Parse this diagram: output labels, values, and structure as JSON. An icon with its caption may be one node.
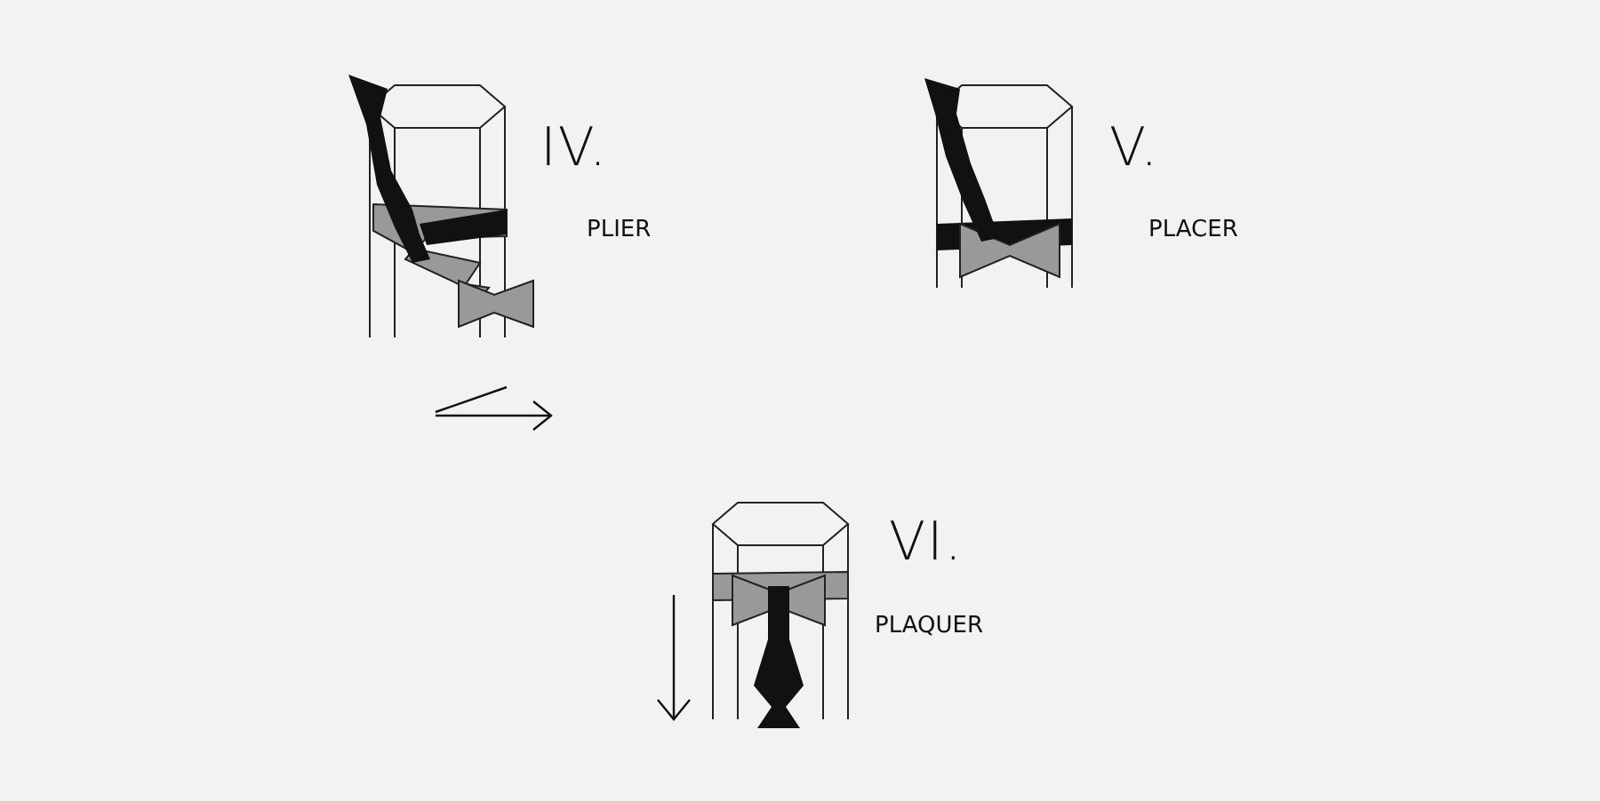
{
  "diagram": {
    "labels": [
      "IV.",
      "PLIER",
      "V.",
      "PLACER",
      "VI.",
      "PLAQUER"
    ]
  }
}
